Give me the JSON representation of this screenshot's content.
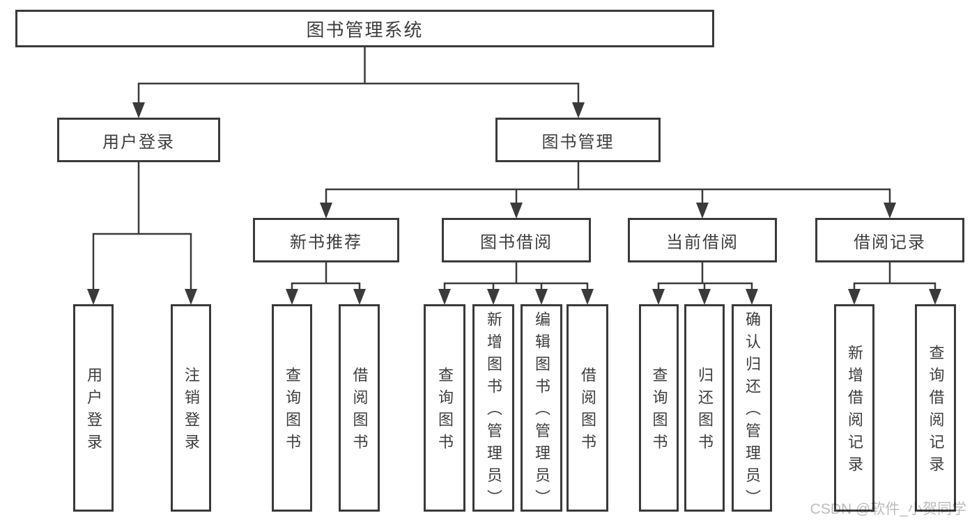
{
  "colors": {
    "line": "#3a3a3a",
    "box_border": "#3a3a3a",
    "text": "#3d3d3d",
    "watermark": "#bcbcbc",
    "background": "#ffffff"
  },
  "watermark": {
    "text": "CSDN @软件_小贺同学"
  },
  "tree": {
    "label": "图书管理系统",
    "children": [
      {
        "label": "用户登录",
        "children": [
          {
            "label": "用户登录"
          },
          {
            "label": "注销登录"
          }
        ]
      },
      {
        "label": "图书管理",
        "children": [
          {
            "label": "新书推荐",
            "children": [
              {
                "label": "查询图书"
              },
              {
                "label": "借阅图书"
              }
            ]
          },
          {
            "label": "图书借阅",
            "children": [
              {
                "label": "查询图书"
              },
              {
                "label": "新增图书（管理员）"
              },
              {
                "label": "编辑图书（管理员）"
              },
              {
                "label": "借阅图书"
              }
            ]
          },
          {
            "label": "当前借阅",
            "children": [
              {
                "label": "查询图书"
              },
              {
                "label": "归还图书"
              },
              {
                "label": "确认归还（管理员）"
              }
            ]
          },
          {
            "label": "借阅记录",
            "children": [
              {
                "label": "新增借阅记录"
              },
              {
                "label": "查询借阅记录"
              }
            ]
          }
        ]
      }
    ]
  }
}
